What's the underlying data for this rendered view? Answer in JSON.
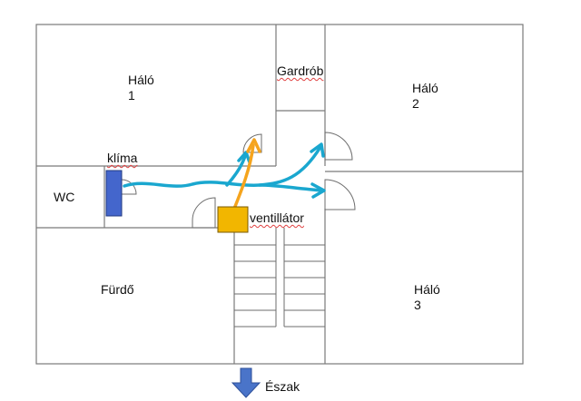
{
  "rooms": {
    "halo1": {
      "name": "Háló",
      "number": "1"
    },
    "halo2": {
      "name": "Háló",
      "number": "2"
    },
    "halo3": {
      "name": "Háló",
      "number": "3"
    },
    "gardrob": "Gardrób",
    "wc": "WC",
    "furdo": "Fürdő"
  },
  "devices": {
    "klima": "klíma",
    "ventillator": "ventillátor"
  },
  "compass": {
    "label": "Észak",
    "direction_icon": "arrow-down-icon"
  },
  "colors": {
    "walls": "#7a7a7a",
    "klima_unit": "#4466cc",
    "ventillator_unit": "#f2b600",
    "airflow_cyan": "#1aa7cf",
    "airflow_orange": "#f5a41d",
    "north_arrow": "#4a74c9"
  }
}
